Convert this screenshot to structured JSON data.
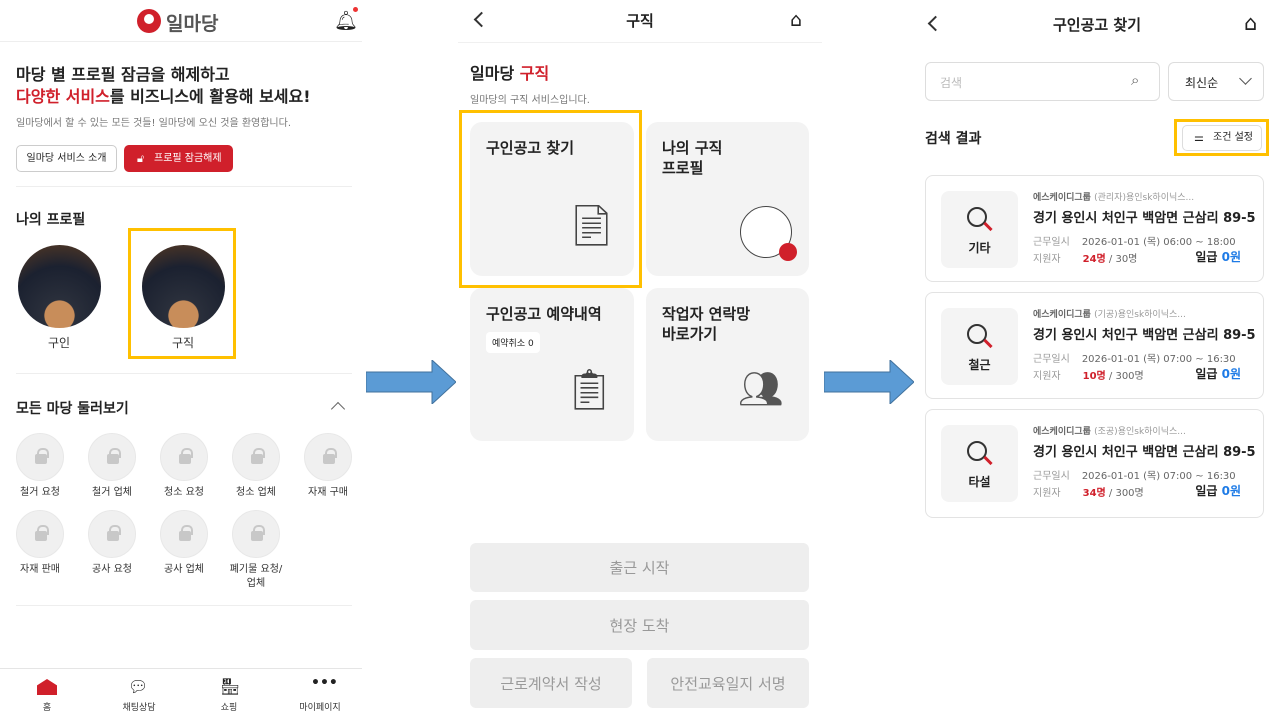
{
  "home": {
    "logo": "일마당",
    "headline1": "마당 별 프로필 잠금을 해제하고",
    "headline2_red": "다양한 서비스",
    "headline2_rest": "를 비즈니스에 활용해 보세요!",
    "subtext": "일마당에서 할 수 있는 모든 것들! 일마당에 오신 것을 환영합니다.",
    "intro_button": "일마당 서비스 소개",
    "unlock_button": "프로필 잠금해제",
    "my_profile_title": "나의 프로필",
    "profiles": [
      "구인",
      "구직"
    ],
    "browse_title": "모든 마당 둘러보기",
    "madang": [
      "철거 요청",
      "철거 업체",
      "청소 요청",
      "청소 업체",
      "자재 구매",
      "자재 판매",
      "공사 요청",
      "공사 업체",
      "폐기물 요청/\n업체"
    ],
    "nav": [
      "홈",
      "채팅상담",
      "쇼핑",
      "마이페이지"
    ],
    "accent": "#D0202B"
  },
  "job": {
    "title": "구직",
    "section_prefix": "일마당 ",
    "section_red": "구직",
    "subtitle": "일마당의 구직 서비스입니다.",
    "cards": [
      "구인공고 찾기",
      "나의 구직\n프로필",
      "구인공고 예약내역",
      "작업자 연락망\n바로가기"
    ],
    "cancel_badge": "예약취소 0",
    "btn_checkin": "출근 시작",
    "btn_arrive": "현장 도착",
    "btn_contract": "근로계약서 작성",
    "btn_safety": "안전교육일지 서명"
  },
  "search": {
    "title": "구인공고 찾기",
    "placeholder": "검색",
    "sort": "최신순",
    "results_label": "검색 결과",
    "filter_button": "조건 설정",
    "date_label": "근무일시",
    "applicant_label": "지원자",
    "pay_label": "일급",
    "jobs": [
      {
        "category": "기타",
        "company": "에스케이디그룹",
        "site": "(관리자)용인sk하이닉스...",
        "address": "경기 용인시 처인구 백암면 근삼리 89-5",
        "datetime": "2026-01-01 (목) 06:00 ~ 18:00",
        "applied": "24명",
        "capacity": " / 30명",
        "pay": "0원"
      },
      {
        "category": "철근",
        "company": "에스케이디그룹",
        "site": "(기공)용인sk하이닉스...",
        "address": "경기 용인시 처인구 백암면 근삼리 89-5",
        "datetime": "2026-01-01 (목) 07:00 ~ 16:30",
        "applied": "10명",
        "capacity": " / 300명",
        "pay": "0원"
      },
      {
        "category": "타설",
        "company": "에스케이디그룹",
        "site": "(조공)용인sk하이닉스...",
        "address": "경기 용인시 처인구 백암면 근삼리 89-5",
        "datetime": "2026-01-01 (목) 07:00 ~ 16:30",
        "applied": "34명",
        "capacity": " / 300명",
        "pay": "0원"
      }
    ]
  }
}
